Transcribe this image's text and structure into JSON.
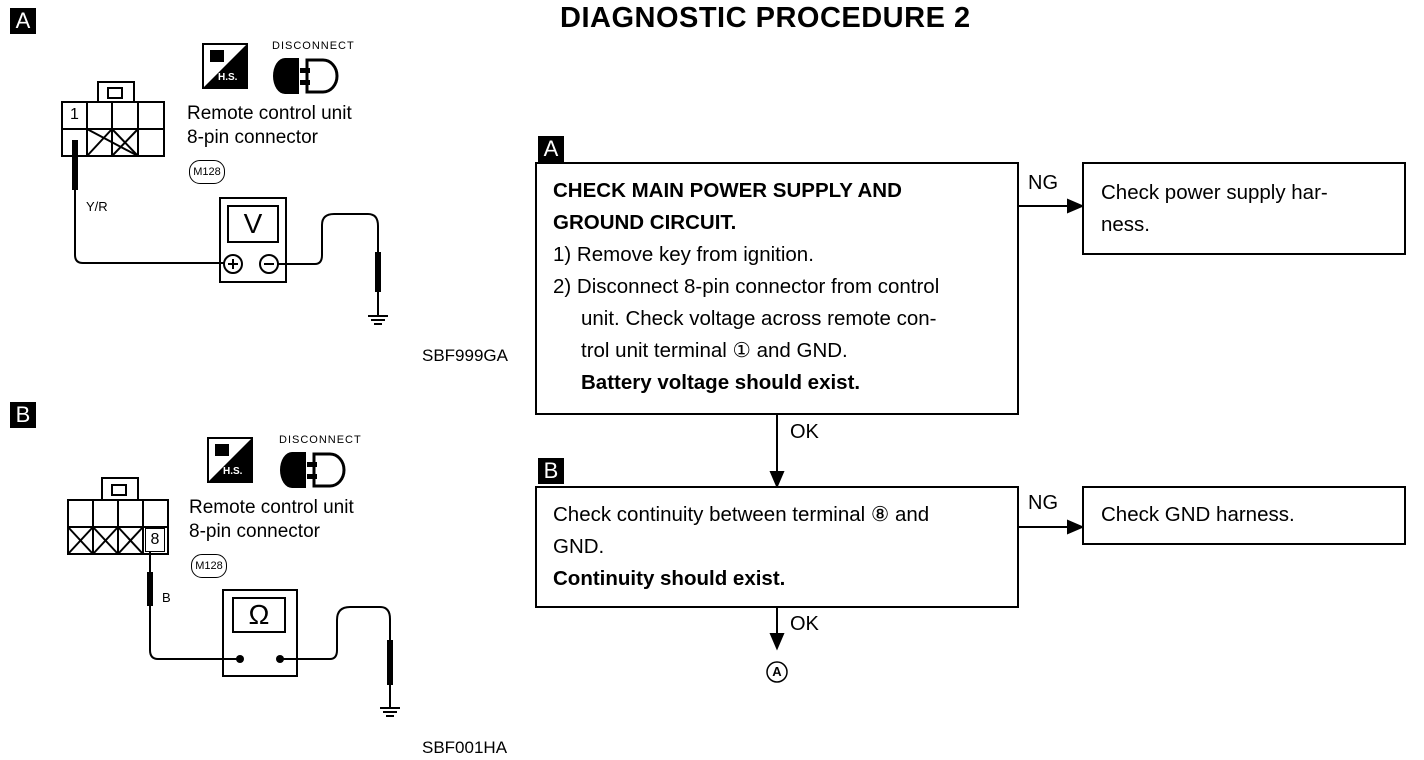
{
  "page_title": "DIAGNOSTIC PROCEDURE 2",
  "section_a": {
    "tag": "A",
    "hs_label": "H.S.",
    "disconnect_label": "DISCONNECT",
    "connector_line1": "Remote control unit",
    "connector_line2": "8-pin connector",
    "connector_code": "M128",
    "pin_label": "1",
    "wire_color": "Y/R",
    "meter_label": "V",
    "figure_code": "SBF999GA"
  },
  "section_b": {
    "tag": "B",
    "hs_label": "H.S.",
    "disconnect_label": "DISCONNECT",
    "connector_line1": "Remote control unit",
    "connector_line2": "8-pin connector",
    "connector_code": "M128",
    "pin_label": "8",
    "wire_color": "B",
    "meter_label": "Ω",
    "figure_code": "SBF001HA"
  },
  "flow": {
    "step_a": {
      "tag": "A",
      "heading1": "CHECK MAIN POWER SUPPLY AND",
      "heading2": "GROUND CIRCUIT.",
      "line1": "1) Remove key from ignition.",
      "line2": "2) Disconnect 8-pin connector from control",
      "line3": "unit. Check voltage across remote con-",
      "line4": "trol unit terminal ① and GND.",
      "result": "Battery voltage should exist.",
      "ng_label": "NG",
      "ng_action_line1": "Check power supply har-",
      "ng_action_line2": "ness.",
      "ok_label": "OK"
    },
    "step_b": {
      "tag": "B",
      "line1": "Check continuity between terminal ⑧ and",
      "line2": "GND.",
      "result": "Continuity should exist.",
      "ng_label": "NG",
      "ng_action": "Check GND harness.",
      "ok_label": "OK"
    },
    "end_marker": "Ⓐ"
  }
}
